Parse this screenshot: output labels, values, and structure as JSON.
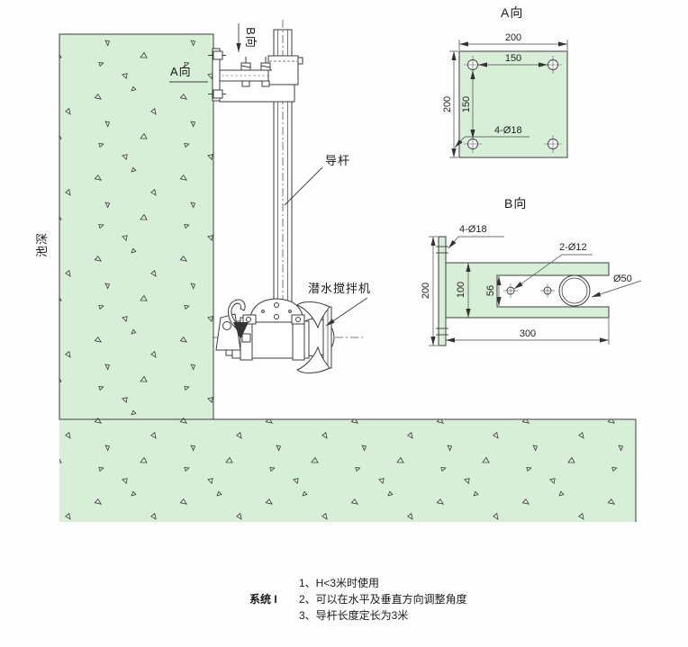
{
  "colors": {
    "concrete": "#d7efd7",
    "line": "#3c3c3c"
  },
  "main_view": {
    "view_a_label": "A向",
    "view_b_label": "B向",
    "pool_depth_label": "池深",
    "guide_rod_label": "导杆",
    "mixer_label": "潜水搅拌机"
  },
  "detail_a": {
    "title": "A向",
    "width_dim": "200",
    "height_dim": "200",
    "hole_spacing_h": "150",
    "hole_spacing_v": "150",
    "holes_note": "4-Ø18"
  },
  "detail_b": {
    "title": "B向",
    "plate_height_dim": "200",
    "arm_height_dim": "100",
    "slot_height_dim": "56",
    "length_dim": "300",
    "holes_note": "4-Ø18",
    "pin_holes_note": "2-Ø12",
    "rod_dia_note": "Ø50"
  },
  "notes": {
    "system_label": "系统 I",
    "items": [
      "1、H<3米时使用",
      "2、可以在水平及垂直方向调整角度",
      "3、导杆长度定长为3米"
    ]
  }
}
